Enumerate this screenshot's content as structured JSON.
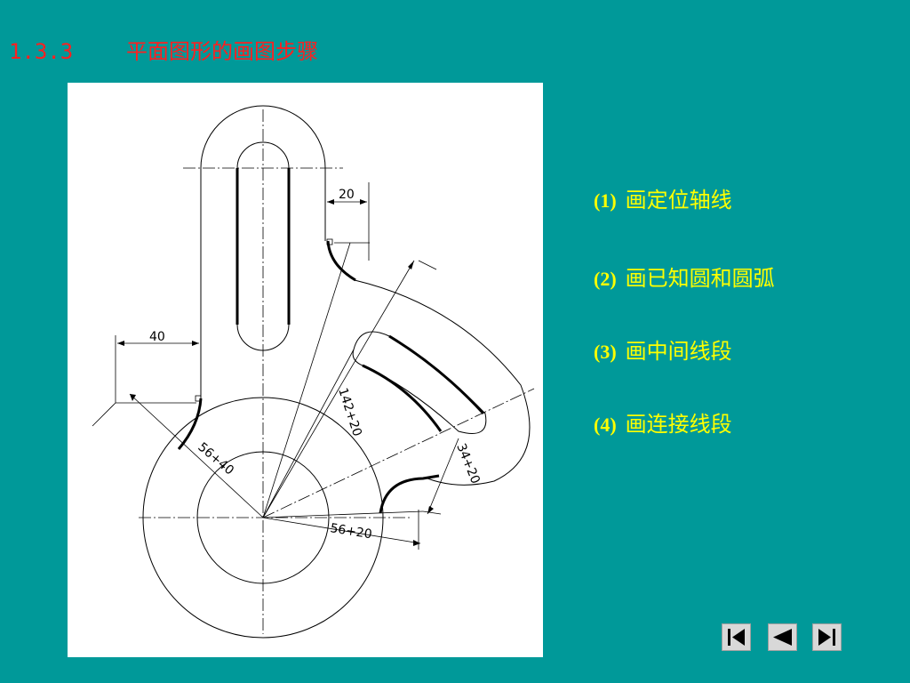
{
  "slide": {
    "section_number": "1.3.3",
    "title": "平面图形的画图步骤"
  },
  "drawing": {
    "dimensions": [
      "20",
      "40",
      "142+20",
      "56+40",
      "34+20",
      "56+20"
    ]
  },
  "steps": [
    {
      "index": "(1)",
      "text": "画定位轴线"
    },
    {
      "index": "(2)",
      "text": "画已知圆和圆弧"
    },
    {
      "index": "(3)",
      "text": "画中间线段"
    },
    {
      "index": "(4)",
      "text": "画连接线段"
    }
  ],
  "navigation": {
    "first_icon": "first-slide-icon",
    "prev_icon": "previous-slide-icon",
    "last_icon": "last-slide-icon"
  },
  "colors": {
    "background": "#009999",
    "title": "#ff2020",
    "steps": "#ffff00"
  }
}
